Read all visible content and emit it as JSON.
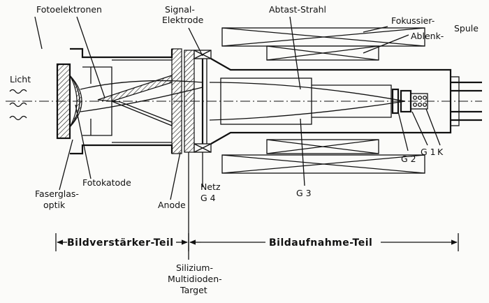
{
  "labels": {
    "fotoelektronen": "Fotoelektronen",
    "signal_1": "Signal-",
    "signal_2": "Elektrode",
    "abtast_strahl": "Abtast-Strahl",
    "fokussier": "Fokussier-",
    "ablenk": "Ablenk-",
    "spule": "Spule",
    "licht": "Licht",
    "fotokatode": "Fotokatode",
    "faserglas_1": "Faserglas-",
    "faserglas_2": "optik",
    "anode": "Anode",
    "netz": "Netz",
    "g4": "G 4",
    "g3": "G 3",
    "g2": "G 2",
    "g1": "G 1",
    "k": "K",
    "bildverstaerker": "Bildverstärker-Teil",
    "bildaufnahme": "Bildaufnahme-Teil",
    "silizium_1": "Silizium-",
    "silizium_2": "Multidioden-",
    "silizium_3": "Target"
  }
}
